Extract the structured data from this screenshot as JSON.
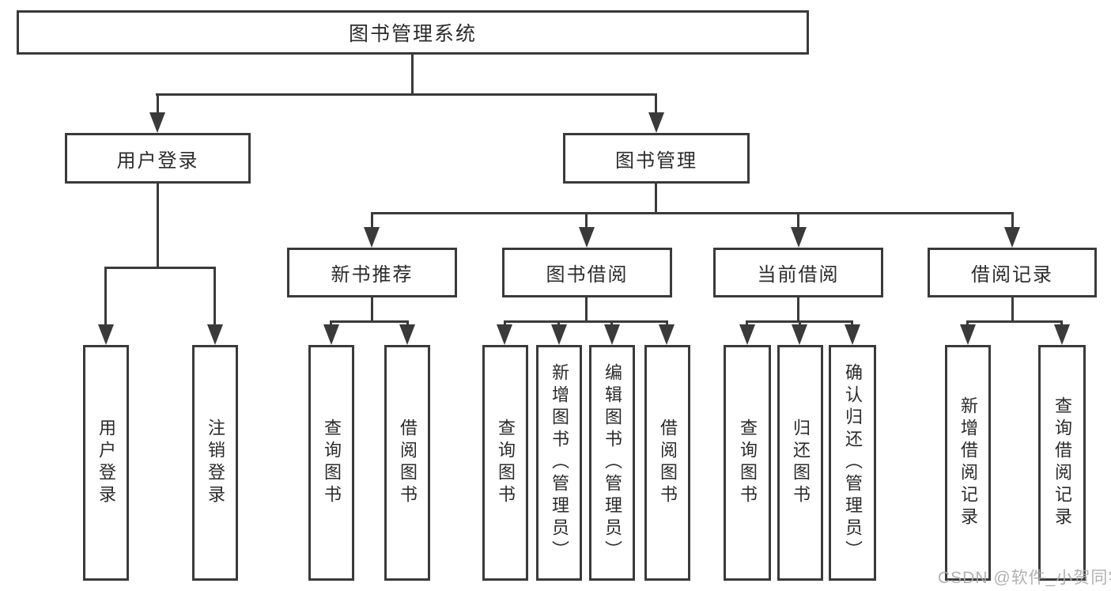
{
  "diagram": {
    "title": "图书管理系统",
    "type": "hierarchy-tree",
    "colors": {
      "line": "#3a3a3a",
      "text": "#2b2b2b",
      "background": "#ffffff",
      "watermark": "#a8a8a8"
    },
    "root": {
      "label": "图书管理系统"
    },
    "level2": [
      {
        "id": "user-login",
        "label": "用户登录",
        "parent": "图书管理系统"
      },
      {
        "id": "book-management",
        "label": "图书管理",
        "parent": "图书管理系统"
      }
    ],
    "level3": [
      {
        "id": "new-book-recommend",
        "label": "新书推荐",
        "parent": "图书管理"
      },
      {
        "id": "book-borrow",
        "label": "图书借阅",
        "parent": "图书管理"
      },
      {
        "id": "current-borrow",
        "label": "当前借阅",
        "parent": "图书管理"
      },
      {
        "id": "borrow-records",
        "label": "借阅记录",
        "parent": "图书管理"
      }
    ],
    "leaves": [
      {
        "label": "用户登录",
        "parent": "用户登录"
      },
      {
        "label": "注销登录",
        "parent": "用户登录"
      },
      {
        "label": "查询图书",
        "parent": "新书推荐"
      },
      {
        "label": "借阅图书",
        "parent": "新书推荐"
      },
      {
        "label": "查询图书",
        "parent": "图书借阅"
      },
      {
        "label": "新增图书（管理员）",
        "parent": "图书借阅"
      },
      {
        "label": "编辑图书（管理员）",
        "parent": "图书借阅"
      },
      {
        "label": "借阅图书",
        "parent": "图书借阅"
      },
      {
        "label": "查询图书",
        "parent": "当前借阅"
      },
      {
        "label": "归还图书",
        "parent": "当前借阅"
      },
      {
        "label": "确认归还（管理员）",
        "parent": "当前借阅"
      },
      {
        "label": "新增借阅记录",
        "parent": "借阅记录"
      },
      {
        "label": "查询借阅记录",
        "parent": "借阅记录"
      }
    ],
    "watermark": "CSDN @软件_小贺同学"
  }
}
